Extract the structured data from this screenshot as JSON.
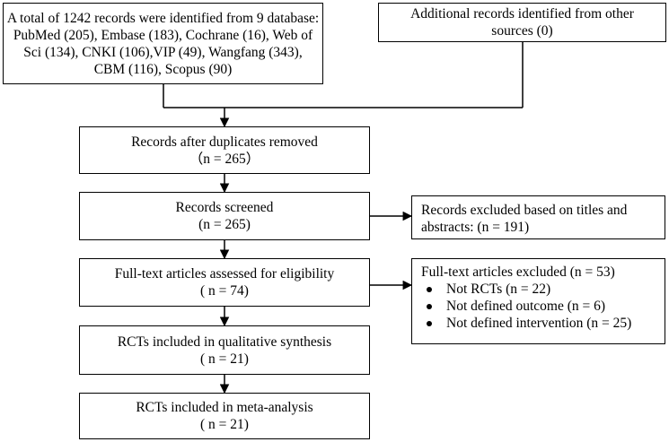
{
  "identification": {
    "databases_lines": [
      "A total of 1242 records were identified from 9 database:",
      "PubMed (205), Embase (183), Cochrane (16), Web of",
      "Sci (134), CNKI (106),VIP (49), Wangfang (343),",
      "CBM (116), Scopus (90)"
    ],
    "other_lines": [
      "Additional records identified from other",
      "sources (0)"
    ]
  },
  "duplicates": {
    "title": "Records after duplicates removed",
    "count": "（n = 265）"
  },
  "screened": {
    "title": "Records screened",
    "count": "(n = 265)"
  },
  "excluded_screen": {
    "lines": [
      "Records excluded based on titles and",
      "abstracts: (n = 191)"
    ]
  },
  "fulltext": {
    "title": "Full-text articles assessed for eligibility",
    "count": "( n = 74)"
  },
  "excluded_fulltext": {
    "title": "Full-text articles excluded (n = 53)",
    "reasons": [
      "Not RCTs (n = 22)",
      "Not defined outcome (n = 6)",
      "Not defined intervention (n = 25)"
    ]
  },
  "qualitative": {
    "title": "RCTs included in qualitative synthesis",
    "count": "( n = 21)"
  },
  "meta": {
    "title": "RCTs included in meta-analysis",
    "count": "( n = 21)"
  }
}
